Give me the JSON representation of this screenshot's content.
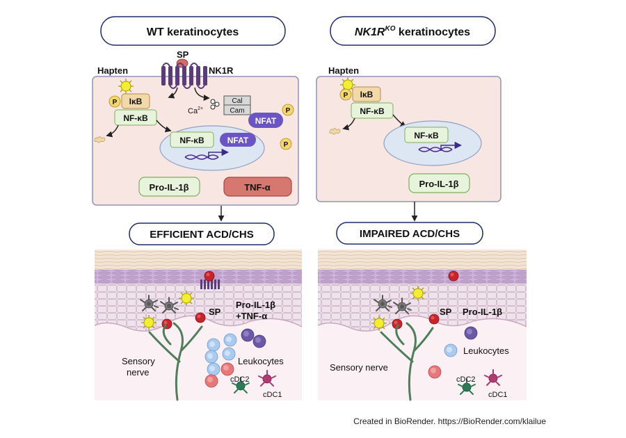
{
  "left_panel": {
    "title": "WT keratinocytes",
    "hapten": "Hapten",
    "sp": "SP",
    "nk1r": "NK1R",
    "phospho": "P",
    "ikb": "IκB",
    "nfkb": "NF-κB",
    "ca": "Ca",
    "ca_sup": "2+",
    "cal": "Cal",
    "cam": "Cam",
    "nfat": "NFAT",
    "nucleus_nfkb": "NF-κB",
    "nucleus_nfat": "NFAT",
    "pro_il1b": "Pro-IL-1β",
    "tnfa": "TNF-α",
    "outcome": "EFFICIENT ACD/CHS",
    "skin_sp": "SP",
    "skin_cytokines_line1": "Pro-IL-1β",
    "skin_cytokines_line2": "+TNF-α",
    "leukocytes": "Leukocytes",
    "sensory_line1": "Sensory",
    "sensory_line2": "nerve",
    "cdc2": "cDC2",
    "cdc1": "cDC1"
  },
  "right_panel": {
    "title_italic": "NK1R",
    "title_sup": "KO",
    "title_rest": " keratinocytes",
    "hapten": "Hapten",
    "phospho": "P",
    "ikb": "IκB",
    "nfkb": "NF-κB",
    "nucleus_nfkb": "NF-κB",
    "pro_il1b": "Pro-IL-1β",
    "outcome": "IMPAIRED ACD/CHS",
    "skin_sp": "SP",
    "skin_cytokines": "Pro-IL-1β",
    "leukocytes": "Leukocytes",
    "sensory": "Sensory nerve",
    "cdc2": "cDC2",
    "cdc1": "cDC1"
  },
  "credit": "Created in BioRender. https://BioRender.com/klailue",
  "colors": {
    "pill_border": "#1c2a6e",
    "cell_fill": "#f7e6e1",
    "nucleus_fill": "#dde7f3",
    "receptor": "#5a3c78",
    "nfat": "#6b55c4",
    "tnf_fill": "#d67770",
    "green_box": "#e8f3dc",
    "phospho_fill": "#f5d76e",
    "dna": "#4b2a90"
  }
}
